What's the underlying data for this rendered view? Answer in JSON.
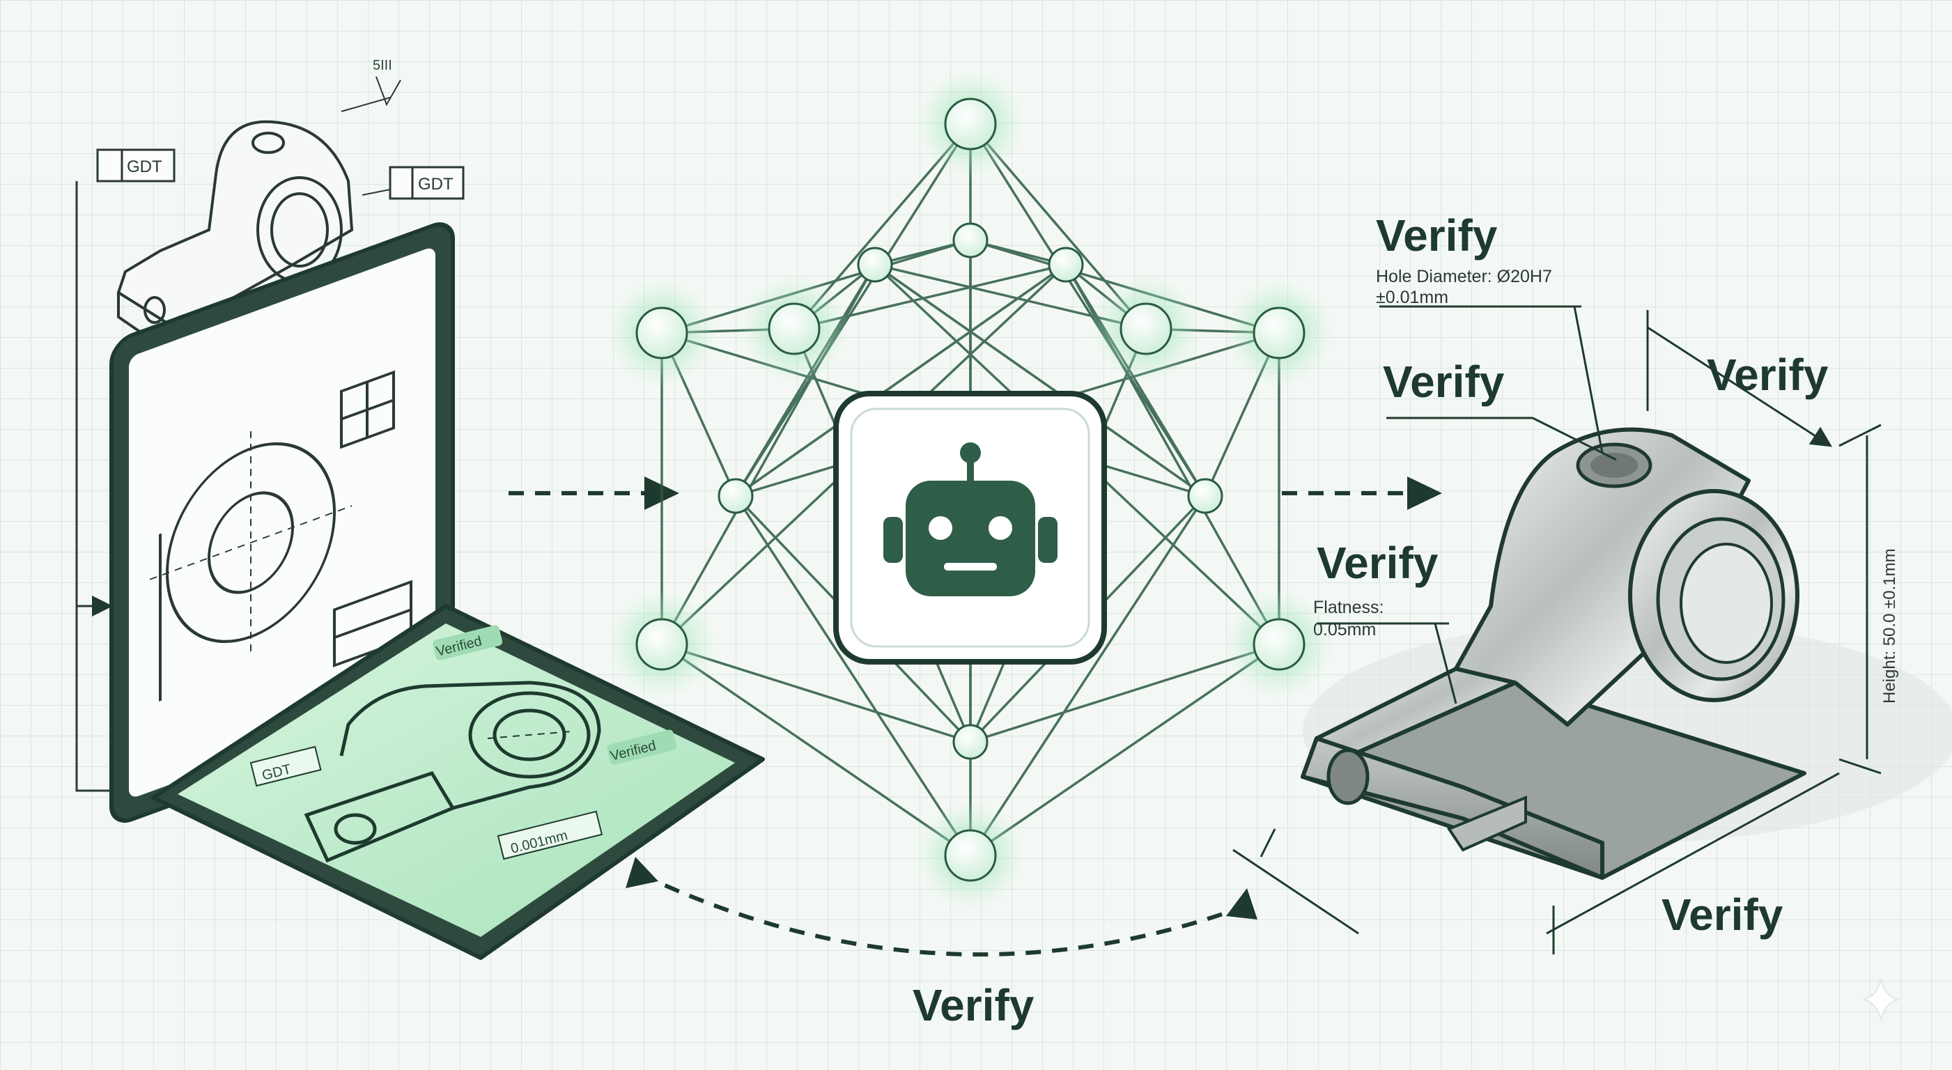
{
  "colors": {
    "ink": "#1e3a2e",
    "accent": "#2f7a4c",
    "glow": "#8fe0a8",
    "node": "#dff5e6",
    "robot": "#2e5e48",
    "grid": "#d9e5de",
    "background": "#f4f8f5"
  },
  "icons": [
    "robot-icon",
    "laptop-icon",
    "tablet-icon",
    "neural-network-icon",
    "machined-part-icon",
    "sparkle-icon"
  ],
  "drawing": {
    "gdt_tag_left": "GDT",
    "gdt_tag_right": "GDT",
    "surface_note": "5III"
  },
  "tablet": {
    "verified_top": "Verified",
    "verified_right": "Verified",
    "gdt_tag": "GDT",
    "tolerance": "0.001mm"
  },
  "annotations": {
    "verify_top_right": "Verify",
    "hole_diameter_line1": "Hole Diameter: Ø20H7",
    "hole_diameter_line2": "±0.01mm",
    "verify_mid_right": "Verify",
    "verify_far_right": "Verify",
    "verify_flatness": "Verify",
    "flatness_line1": "Flatness:",
    "flatness_line2": "0.05mm",
    "height_dimension": "Height: 50.0 ±0.1mm",
    "verify_bottom_right": "Verify",
    "verify_bottom_center": "Verify"
  }
}
